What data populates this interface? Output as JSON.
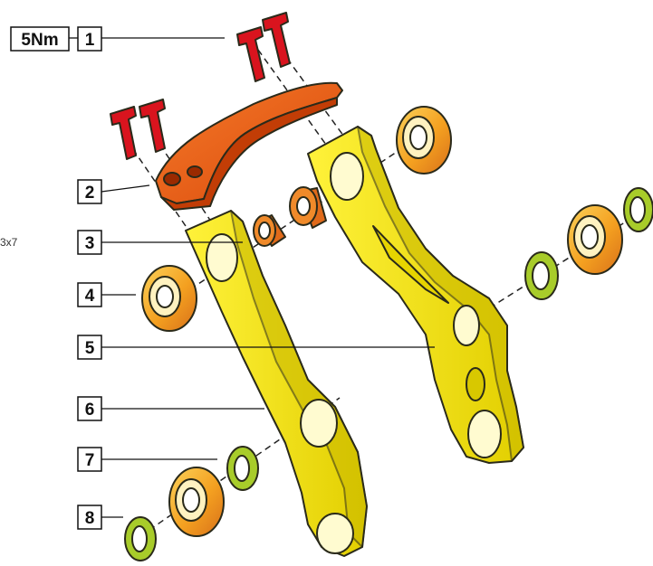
{
  "torque": {
    "value": "5Nm"
  },
  "callouts": [
    {
      "number": "1"
    },
    {
      "number": "2"
    },
    {
      "number": "3"
    },
    {
      "number": "4"
    },
    {
      "number": "5"
    },
    {
      "number": "6"
    },
    {
      "number": "7"
    },
    {
      "number": "8"
    }
  ],
  "side_note": "3x7",
  "colors": {
    "arm": "#f4e600",
    "bridge": "#ee5a0e",
    "bolt": "#d9141e",
    "bearing": "#f4a020",
    "washer": "#a8cc2a",
    "outline": "#2a2a1a"
  }
}
